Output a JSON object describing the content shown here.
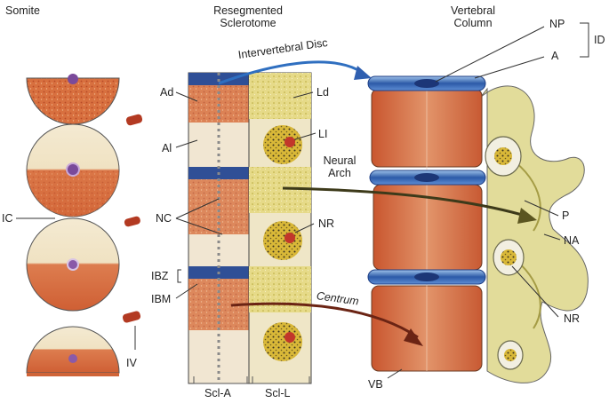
{
  "columns": {
    "somite": "Somite",
    "resegmented_line1": "Resegmented",
    "resegmented_line2": "Sclerotome",
    "vertebral_line1": "Vertebral",
    "vertebral_line2": "Column"
  },
  "labels": {
    "ic": "IC",
    "iv": "IV",
    "ad": "Ad",
    "al": "Al",
    "nc": "NC",
    "ibz": "IBZ",
    "ibm": "IBM",
    "ld": "Ld",
    "li": "LI",
    "nr_mid": "NR",
    "scl_a": "Scl-A",
    "scl_l": "Scl-L",
    "np": "NP",
    "a": "A",
    "id": "ID",
    "p": "P",
    "na": "NA",
    "nr_right": "NR",
    "vb": "VB"
  },
  "arrows": {
    "intervertebral_disc": "Intervertebral Disc",
    "neural_arch_line1": "Neural",
    "neural_arch_line2": "Arch",
    "centrum": "Centrum"
  },
  "colors": {
    "orange": "#d2643a",
    "cream": "#f3e6c8",
    "yellow": "#e4d77c",
    "blue": "#2f4f96",
    "purple": "#6b3d8a"
  }
}
